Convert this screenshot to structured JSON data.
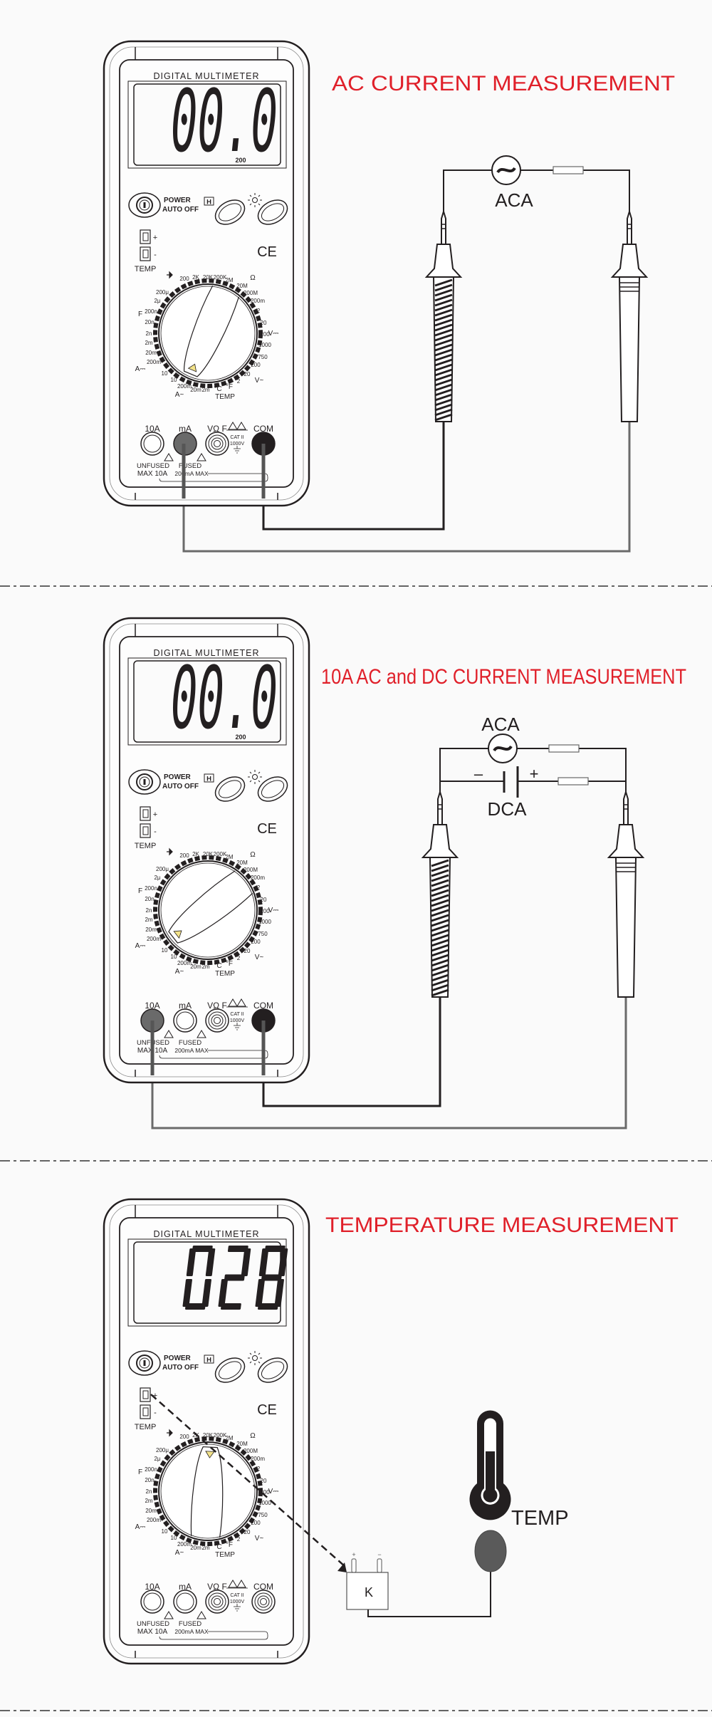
{
  "meter_labels": {
    "brand": "DIGITAL MULTIMETER",
    "range": "200",
    "power": "POWER",
    "auto_off": "AUTO OFF",
    "hold": "H",
    "temp_plus": "+",
    "temp_minus": "-",
    "temp": "TEMP",
    "ce": "CE",
    "jacks": [
      "10A",
      "mA",
      "VΩ F",
      "COM"
    ],
    "cat": "CAT II",
    "volt": "1000V",
    "unfused": "UNFUSED",
    "max10a": "MAX 10A",
    "fused": "FUSED",
    "max200": "200mA MAX"
  },
  "dial_labels": [
    "200",
    "2K",
    "20K",
    "200K",
    "2M",
    "Ω",
    "20M",
    "200M",
    "200m",
    "2",
    "20",
    "200",
    "V⎓",
    "1000",
    "750",
    "200",
    "20",
    "2",
    "V~",
    "°F",
    "°C",
    "TEMP",
    "2m",
    "20m",
    "200m",
    "A~",
    "10",
    "10",
    "A⎓",
    "200m",
    "20m",
    "2m",
    "2n",
    "20n",
    "200n",
    "F",
    "2μ",
    "200μ"
  ],
  "panels": [
    {
      "title": "AC CURRENT MEASUREMENT",
      "display": "00.0",
      "range_shown": true,
      "circuit": {
        "source_label": "ACA"
      }
    },
    {
      "title": "10A  AC and DC CURRENT MEASUREMENT",
      "display": "00.0",
      "range_shown": true,
      "circuit": {
        "ac_label": "ACA",
        "dc_label": "DCA",
        "minus": "–",
        "plus": "+"
      }
    },
    {
      "title": "TEMPERATURE MEASUREMENT",
      "display": "028",
      "range_shown": false,
      "circuit": {
        "probe_type": "K",
        "plus": "+",
        "minus": "−",
        "sensor_label": "TEMP"
      }
    }
  ],
  "colors": {
    "title": "#e0202a",
    "ink": "#231f20",
    "wire_gray": "#6a6a6a",
    "sensor": "#5a5a5a"
  }
}
